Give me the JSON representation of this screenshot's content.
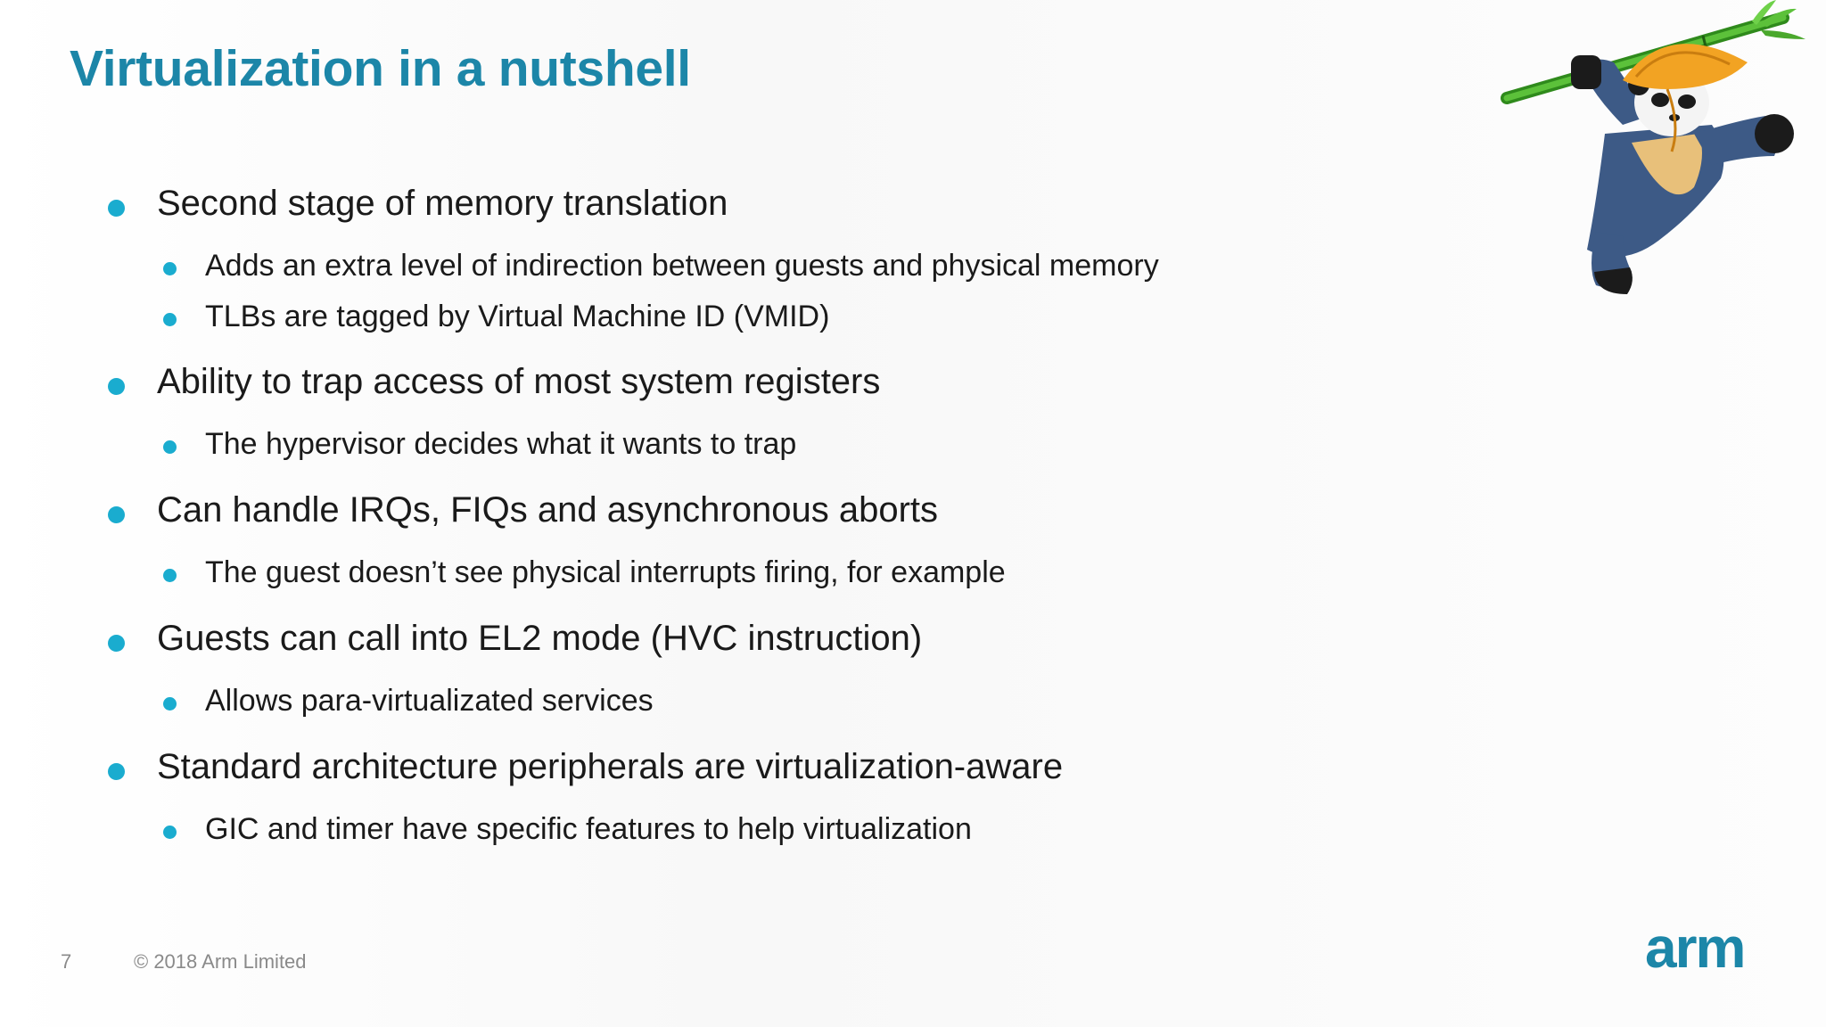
{
  "slide": {
    "title": "Virtualization in a nutshell",
    "bullets": [
      {
        "text": "Second stage of memory translation",
        "subs": [
          "Adds an extra level of indirection between guests and physical memory",
          "TLBs are tagged by Virtual Machine ID (VMID)"
        ]
      },
      {
        "text": "Ability to trap access of most system registers",
        "subs": [
          "The hypervisor decides what it wants to trap"
        ]
      },
      {
        "text": "Can handle IRQs, FIQs and asynchronous aborts",
        "subs": [
          "The guest doesn’t see physical interrupts firing, for example"
        ]
      },
      {
        "text": "Guests can call into EL2 mode (HVC instruction)",
        "subs": [
          "Allows para-virtualizated services"
        ]
      },
      {
        "text": "Standard architecture peripherals are virtualization-aware",
        "subs": [
          "GIC and timer have specific features to help virtualization"
        ]
      }
    ]
  },
  "footer": {
    "page_number": "7",
    "copyright": "© 2018 Arm Limited",
    "logo_text": "arm"
  },
  "colors": {
    "title": "#1c86a8",
    "bullet": "#1aaccf",
    "logo": "#1c86a8"
  },
  "icons": {
    "mascot": "panda-mascot-icon",
    "logo": "arm-logo-icon"
  }
}
